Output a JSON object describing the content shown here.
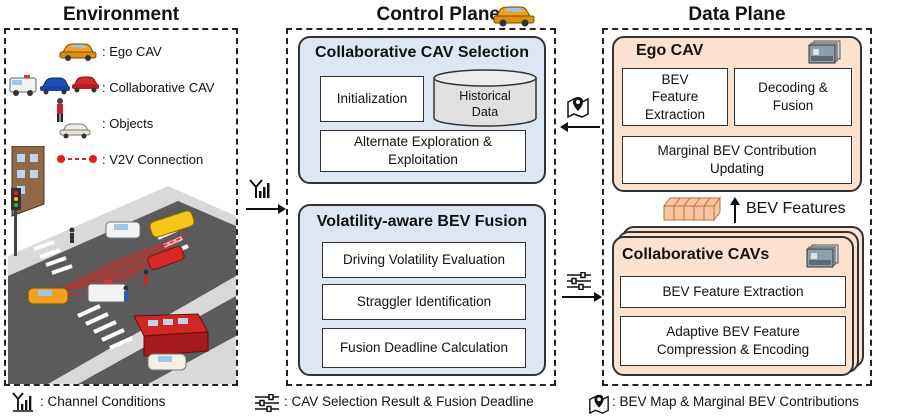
{
  "environment": {
    "title": "Environment",
    "legend": {
      "ego_cav": ": Ego CAV",
      "collaborative_cav": ": Collaborative CAV",
      "objects": ": Objects",
      "v2v": ": V2V Connection"
    }
  },
  "control_plane": {
    "title": "Control Plane",
    "selection": {
      "title": "Collaborative CAV Selection",
      "initialization": "Initialization",
      "historical_data": "Historical Data",
      "alternate": "Alternate Exploration & Exploitation"
    },
    "fusion": {
      "title": "Volatility-aware BEV Fusion",
      "driving_volatility": "Driving Volatility Evaluation",
      "straggler": "Straggler Identification",
      "deadline": "Fusion Deadline Calculation"
    }
  },
  "data_plane": {
    "title": "Data Plane",
    "ego": {
      "title": "Ego CAV",
      "bev_feature_extraction": "BEV Feature Extraction",
      "decoding_fusion": "Decoding & Fusion",
      "marginal": "Marginal BEV Contribution Updating"
    },
    "bev_features_label": "BEV Features",
    "collab": {
      "title": "Collaborative CAVs",
      "bev_feature_extraction": "BEV Feature Extraction",
      "adaptive": "Adaptive BEV Feature Compression & Encoding"
    }
  },
  "bottom_legend": {
    "channel": ": Channel Conditions",
    "cav_selection": ": CAV Selection Result & Fusion Deadline",
    "bev_map": ": BEV Map & Marginal BEV Contributions"
  },
  "colors": {
    "control_panel": "#dde7f4",
    "data_panel": "#fbe1cf",
    "ego_car": "#f0a020",
    "v2v": "#e41e1e"
  }
}
